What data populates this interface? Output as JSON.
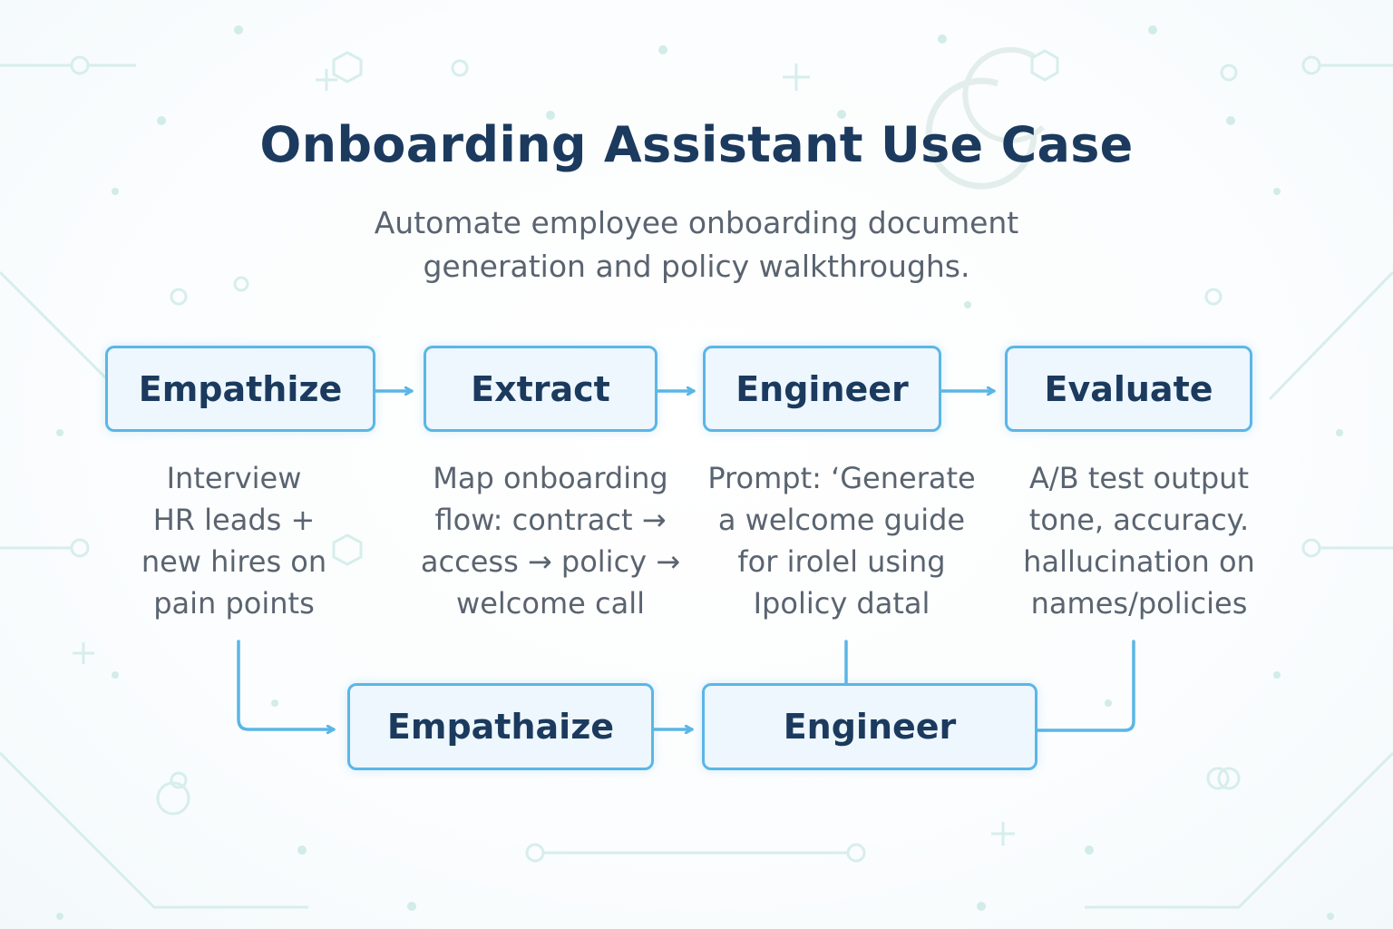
{
  "header": {
    "title": "Onboarding Assistant Use Case",
    "subtitle": "Automate employee onboarding document generation and policy walkthroughs."
  },
  "steps": [
    {
      "label": "Empathize",
      "description": [
        "Interview",
        "HR leads +",
        "new hires on",
        "pain points"
      ]
    },
    {
      "label": "Extract",
      "description": [
        "Map onboarding",
        "flow: contract →",
        "access → policy →",
        "welcome call"
      ]
    },
    {
      "label": "Engineer",
      "description": [
        "Prompt: ‘Generate",
        "a welcome guide",
        "for irolel using",
        "Ipolicy datal"
      ]
    },
    {
      "label": "Evaluate",
      "description": [
        "A/B test output",
        "tone, accuracy.",
        "hallucination on",
        "names/policies"
      ]
    }
  ],
  "loop_steps": [
    {
      "label": "Empathaize"
    },
    {
      "label": "Engineer"
    }
  ],
  "colors": {
    "title": "#1b3a5e",
    "text": "#5a6470",
    "box_border": "#5bb6e6",
    "box_fill": "#edf7fd",
    "arrow": "#5bb6e6",
    "decoration": "#cdeae6"
  }
}
